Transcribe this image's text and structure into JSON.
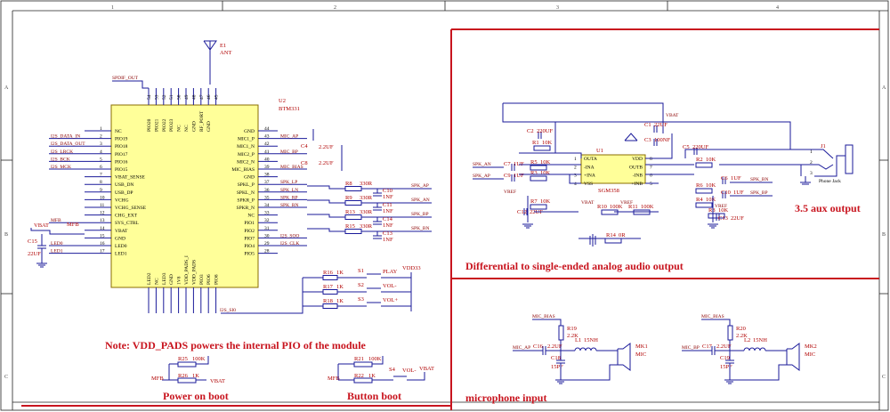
{
  "frame": {
    "columns": [
      "1",
      "2",
      "3",
      "4"
    ],
    "rows": [
      "A",
      "B",
      "C"
    ]
  },
  "antenna": {
    "ref": "E1",
    "label": "ANT"
  },
  "module": {
    "ref": "U2",
    "part": "BTM331",
    "spdif": "SPDIF_OUT",
    "top_pins": [
      {
        "num": "54",
        "name": "PIO20"
      },
      {
        "num": "53",
        "name": "PIO21"
      },
      {
        "num": "52",
        "name": "PIO22"
      },
      {
        "num": "51",
        "name": "PIO23"
      },
      {
        "num": "50",
        "name": "NC"
      },
      {
        "num": "49",
        "name": "NC"
      },
      {
        "num": "48",
        "name": "GND"
      },
      {
        "num": "47",
        "name": "RF_PORT"
      },
      {
        "num": "46",
        "name": "GND"
      },
      {
        "num": "45",
        "name": ""
      }
    ],
    "left_pins": [
      {
        "num": "1",
        "name": "NC",
        "net": ""
      },
      {
        "num": "2",
        "name": "PIO19",
        "net": "I2S_DATA_IN"
      },
      {
        "num": "3",
        "name": "PIO18",
        "net": "I2S_DATA_OUT"
      },
      {
        "num": "4",
        "name": "PIO17",
        "net": "I2S_LRCK"
      },
      {
        "num": "5",
        "name": "PIO16",
        "net": "I2S_BCK"
      },
      {
        "num": "6",
        "name": "PIO15",
        "net": "I2S_MCK"
      },
      {
        "num": "7",
        "name": "VBAT_SENSE",
        "net": ""
      },
      {
        "num": "8",
        "name": "USB_DN",
        "net": ""
      },
      {
        "num": "9",
        "name": "USB_DP",
        "net": ""
      },
      {
        "num": "10",
        "name": "VCHG",
        "net": ""
      },
      {
        "num": "11",
        "name": "VCHG_SENSE",
        "net": ""
      },
      {
        "num": "12",
        "name": "CHG_EXT",
        "net": ""
      },
      {
        "num": "13",
        "name": "SYS_CTRL",
        "net": "MFB"
      },
      {
        "num": "14",
        "name": "VBAT",
        "net": ""
      },
      {
        "num": "15",
        "name": "GND",
        "net": ""
      },
      {
        "num": "16",
        "name": "LED0",
        "net": "LED0"
      },
      {
        "num": "17",
        "name": "LED1",
        "net": "LED1"
      }
    ],
    "right_pins": [
      {
        "num": "44",
        "name": "GND",
        "net": ""
      },
      {
        "num": "43",
        "name": "MIC1_P",
        "net": "MIC_AP"
      },
      {
        "num": "42",
        "name": "MIC1_N",
        "net": ""
      },
      {
        "num": "41",
        "name": "MIC2_P",
        "net": "MIC_BP"
      },
      {
        "num": "40",
        "name": "MIC2_N",
        "net": ""
      },
      {
        "num": "39",
        "name": "MIC_BIAS",
        "net": "MIC_BIAS"
      },
      {
        "num": "38",
        "name": "GND",
        "net": ""
      },
      {
        "num": "37",
        "name": "SPKL_P",
        "net": "SPK_LP"
      },
      {
        "num": "36",
        "name": "SPKL_N",
        "net": "SPK_LN"
      },
      {
        "num": "35",
        "name": "SPKR_P",
        "net": "SPK_RP"
      },
      {
        "num": "34",
        "name": "SPKR_N",
        "net": "SPK_RN"
      },
      {
        "num": "33",
        "name": "NC",
        "net": ""
      },
      {
        "num": "32",
        "name": "PIO1",
        "net": ""
      },
      {
        "num": "31",
        "name": "PIO2",
        "net": ""
      },
      {
        "num": "30",
        "name": "PIO7",
        "net": "I2S_SOO"
      },
      {
        "num": "29",
        "name": "PIO4",
        "net": "I2S_CLK"
      },
      {
        "num": "28",
        "name": "PIO5",
        "net": ""
      }
    ],
    "bottom_pins": [
      "LED2",
      "NC",
      "LED3",
      "GND",
      "1V8",
      "VDD_PADS_I",
      "VDD_PADS",
      "PIO3",
      "PIO6",
      "PIO8"
    ],
    "bottom_net": "I2S_SI0",
    "vbat_label": "VBAT",
    "mfb_label": "MFB",
    "cap15": {
      "ref": "C15",
      "value": "22UF"
    },
    "mic_caps": [
      {
        "ref": "C4",
        "value": "2.2UF"
      },
      {
        "ref": "C8",
        "value": "2.2UF"
      }
    ]
  },
  "speaker_caps": [
    {
      "r": "R8",
      "rv": "330R",
      "c": "C10",
      "cv": "1NF",
      "net": "SPK_AP"
    },
    {
      "r": "R9",
      "rv": "330R",
      "c": "C11",
      "cv": "1NF",
      "net": "SPK_AN"
    },
    {
      "r": "R13",
      "rv": "330R",
      "c": "C14",
      "cv": "1NF",
      "net": "SPK_BP"
    },
    {
      "r": "R15",
      "rv": "330R",
      "c": "C13",
      "cv": "1NF",
      "net": "SPK_BN"
    }
  ],
  "buttons": {
    "vdd": "VDD33",
    "items": [
      {
        "r": "R16",
        "rv": "1K",
        "s": "S1",
        "label": "PLAY"
      },
      {
        "r": "R17",
        "rv": "1K",
        "s": "S2",
        "label": "VOL-"
      },
      {
        "r": "R18",
        "rv": "1K",
        "s": "S3",
        "label": "VOL+"
      }
    ]
  },
  "note": "Note: VDD_PADS powers the internal PIO of the module",
  "power_boot": {
    "title": "Power on boot",
    "r25": {
      "ref": "R25",
      "value": "100K"
    },
    "r26": {
      "ref": "R26",
      "value": "1K"
    },
    "mfb": "MFB",
    "vbat": "VBAT"
  },
  "button_boot": {
    "title": "Button boot",
    "r21": {
      "ref": "R21",
      "value": "100K"
    },
    "r22": {
      "ref": "R22",
      "value": "1K"
    },
    "s4": "S4",
    "label": "VOL-",
    "mfb": "MFB",
    "vbat": "VBAT"
  },
  "diff_amp": {
    "title": "Differential to single-ended analog audio output",
    "u1": "U1",
    "part": "SGM358",
    "pins_left": [
      {
        "num": "1",
        "name": "OUTA"
      },
      {
        "num": "2",
        "name": "-INA"
      },
      {
        "num": "3",
        "name": "+INA"
      },
      {
        "num": "4",
        "name": "VSS"
      }
    ],
    "pins_right": [
      {
        "num": "8",
        "name": "VDD"
      },
      {
        "num": "7",
        "name": "OUTB"
      },
      {
        "num": "6",
        "name": "-INB"
      },
      {
        "num": "5",
        "name": "+INB"
      }
    ],
    "parts": {
      "C2": "220UF",
      "R1": "10K",
      "C7": "1UF",
      "R5": "10K",
      "C9": "1UF",
      "R3": "10K",
      "R7": "10K",
      "C12": "22UF",
      "C1": "22UF",
      "C3": "100NF",
      "C5": "220UF",
      "R2": "10K",
      "R6": "10K",
      "C6": "1UF",
      "C10": "1UF",
      "R4": "10K",
      "R8": "10K",
      "C13": "22UF",
      "R10": "100K",
      "R11": "100K",
      "R14": "0R"
    },
    "nets": {
      "spk_an": "SPK_AN",
      "spk_ap": "SPK_AP",
      "spk_bn": "SPK_BN",
      "spk_bp": "SPK_BP",
      "vref": "VREF",
      "vbat": "VBAT"
    }
  },
  "jack": {
    "title": "3.5 aux output",
    "ref": "J1",
    "label": "Phone Jack",
    "pins": [
      "1",
      "2",
      "3"
    ]
  },
  "mic_input": {
    "title": "microphone input",
    "channels": [
      {
        "bias": "MIC_BIAS",
        "r": "R19",
        "rv": "2.2K",
        "net": "MIC_AP",
        "c16": "C16",
        "cv": "2.2UF",
        "l": "L1",
        "lv": "15NH",
        "c": "C18",
        "cgv": "15PF",
        "mk": "MK1",
        "mkl": "MIC"
      },
      {
        "bias": "MIC_BIAS",
        "r": "R20",
        "rv": "2.2K",
        "net": "MIC_BP",
        "c16": "C17",
        "cv": "2.2UF",
        "l": "L2",
        "lv": "15NH",
        "c": "C19",
        "cgv": "15PF",
        "mk": "MK2",
        "mkl": "MIC"
      }
    ]
  }
}
